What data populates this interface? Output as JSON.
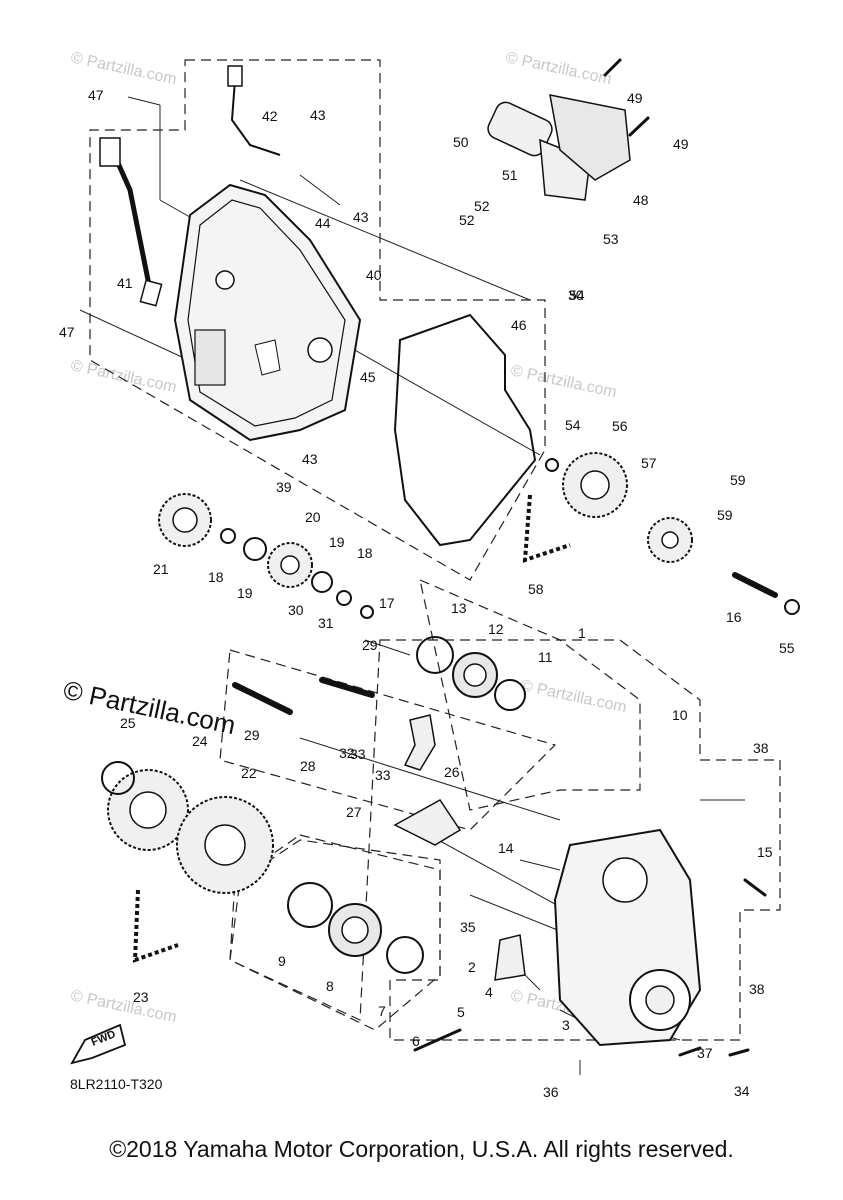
{
  "callouts": [
    "1",
    "2",
    "3",
    "4",
    "5",
    "6",
    "7",
    "8",
    "9",
    "10",
    "11",
    "12",
    "13",
    "14",
    "15",
    "16",
    "17",
    "18",
    "18",
    "19",
    "19",
    "20",
    "21",
    "22",
    "23",
    "24",
    "25",
    "26",
    "27",
    "28",
    "29",
    "29",
    "30",
    "30",
    "31",
    "32",
    "33",
    "33",
    "34",
    "35",
    "36",
    "37",
    "38",
    "38",
    "39",
    "40",
    "41",
    "42",
    "43",
    "43",
    "43",
    "44",
    "45",
    "46",
    "47",
    "47",
    "48",
    "49",
    "49",
    "50",
    "51",
    "52",
    "52",
    "53",
    "54",
    "54",
    "55",
    "56",
    "57",
    "58",
    "59",
    "59"
  ],
  "watermark_text": "© Partzilla.com",
  "fwd_label": "FWD",
  "diagram_code": "8LR2110-T320",
  "copyright": "©2018 Yamaha Motor Corporation, U.S.A. All rights reserved."
}
